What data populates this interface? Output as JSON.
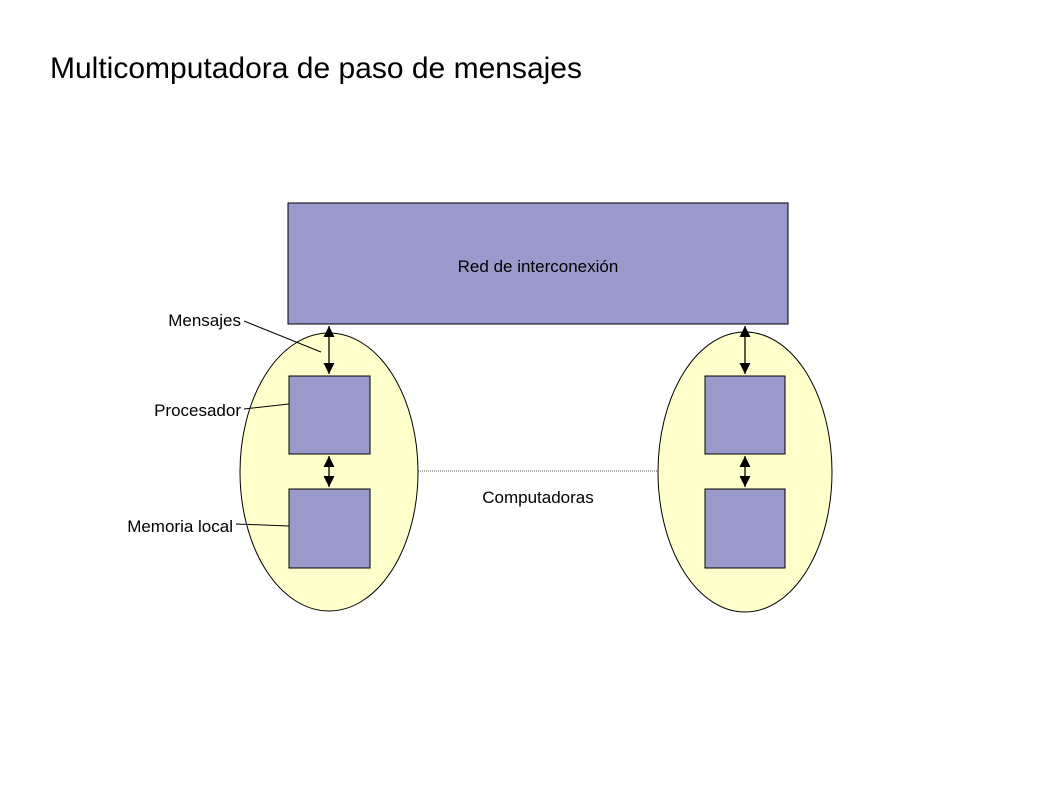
{
  "title": "Multicomputadora de paso de mensajes",
  "network_label": "Red de interconexión",
  "labels": {
    "mensajes": "Mensajes",
    "procesador": "Procesador",
    "memoria_local": "Memoria local",
    "computadoras": "Computadoras"
  },
  "colors": {
    "box_fill": "#9999cc",
    "node_fill": "#ffffcc",
    "stroke": "#000000"
  }
}
